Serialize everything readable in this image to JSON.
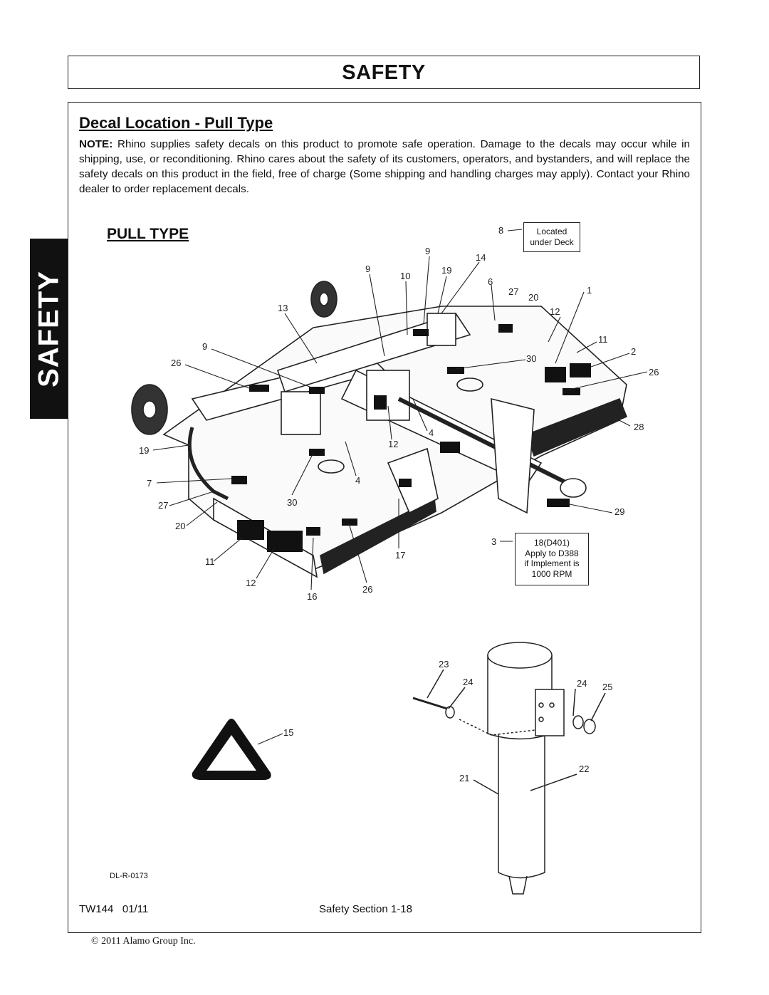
{
  "header": {
    "title": "SAFETY"
  },
  "side_tab": {
    "label": "SAFETY"
  },
  "section": {
    "title": "Decal Location - Pull Type",
    "note_label": "NOTE:",
    "note_text": " Rhino supplies safety decals on this product to promote safe operation. Damage to the decals may occur while in shipping, use, or reconditioning. Rhino cares about the safety of its customers, operators, and bystanders, and will replace the safety decals on this product in the field, free of charge (Some shipping and handling charges may apply). Contact your Rhino dealer to order replacement decals."
  },
  "diagram": {
    "subheading": "PULL TYPE",
    "callout_under_deck": {
      "line1": "Located",
      "line2": "under Deck"
    },
    "callout_18": {
      "line1": "18(D401)",
      "line2": "Apply to D388",
      "line3": "if Implement is",
      "line4": "1000 RPM"
    },
    "labels": [
      "8",
      "9",
      "14",
      "9",
      "10",
      "19",
      "6",
      "27",
      "20",
      "1",
      "13",
      "12",
      "11",
      "9",
      "2",
      "26",
      "30",
      "26",
      "28",
      "4",
      "12",
      "19",
      "7",
      "4",
      "27",
      "30",
      "29",
      "20",
      "3",
      "17",
      "11",
      "12",
      "26",
      "16",
      "23",
      "24",
      "24",
      "25",
      "15",
      "21",
      "22"
    ],
    "drawing_code": "DL-R-0173"
  },
  "footer": {
    "manual": "TW144   01/11",
    "section": "Safety Section 1-18",
    "copyright": "© 2011 Alamo Group Inc."
  }
}
